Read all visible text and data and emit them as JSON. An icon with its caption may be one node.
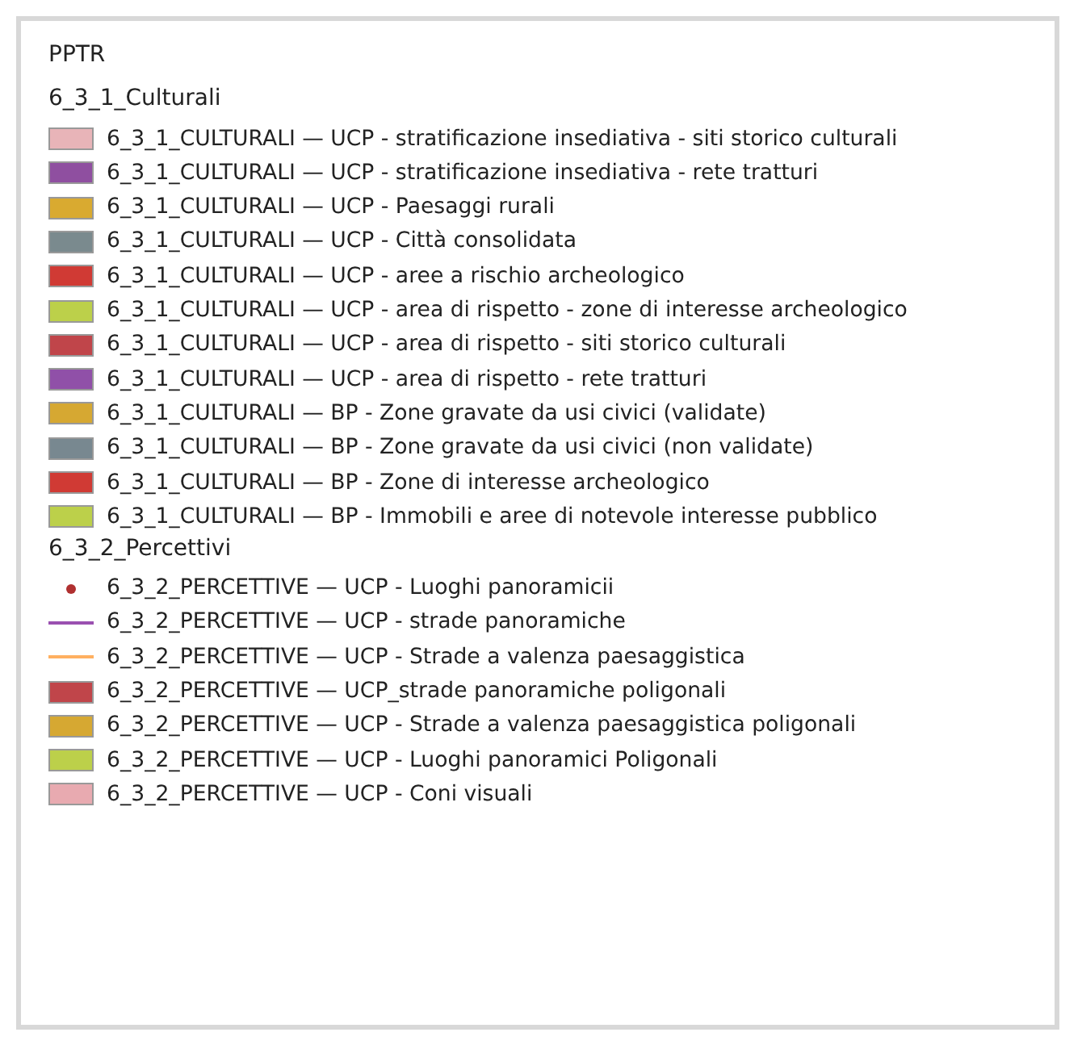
{
  "diagram": {
    "title": "PPTR",
    "labels": [
      "6_3_1_Culturali",
      "6_3_2_Percettivi"
    ],
    "legend": [
      {
        "text": "6_3_1_CULTURALI — UCP - stratificazione insediativa - siti storico culturali",
        "color": "#e8b4b8"
      },
      {
        "text": "6_3_1_CULTURALI — UCP - stratificazione insediativa - rete tratturi",
        "color": "#8f4fa0"
      },
      {
        "text": "6_3_1_CULTURALI — UCP - Paesaggi rurali",
        "color": "#d9aa30"
      },
      {
        "text": "6_3_1_CULTURALI — UCP - Città consolidata",
        "color": "#7a8a8e"
      },
      {
        "text": "6_3_1_CULTURALI — UCP - aree a rischio archeologico",
        "color": "#d03a34"
      },
      {
        "text": "6_3_1_CULTURALI — UCP - area di rispetto - zone di interesse archeologico",
        "color": "#bcd04a"
      },
      {
        "text": "6_3_1_CULTURALI — UCP - area di rispetto - siti storico culturali",
        "color": "#c0454a"
      },
      {
        "text": "6_3_1_CULTURALI — UCP - area di rispetto - rete tratturi",
        "color": "#9050a8"
      },
      {
        "text": "6_3_1_CULTURALI — BP - Zone gravate da usi civici (validate)",
        "color": "#d6a832"
      },
      {
        "text": "6_3_1_CULTURALI — BP - Zone gravate da usi civici (non validate)",
        "color": "#788890"
      },
      {
        "text": "6_3_1_CULTURALI — BP - Zone di interesse archeologico",
        "color": "#d03a34"
      },
      {
        "text": "6_3_1_CULTURALI — BP - Immobili e aree di notevole interesse pubblico",
        "color": "#bcd04a"
      },
      {
        "text": "6_3_2_PERCETTIVE — UCP - Luoghi panoramicii"
      },
      {
        "text": "6_3_2_PERCETTIVE — UCP - strade panoramiche"
      },
      {
        "text": "6_3_2_PERCETTIVE — UCP - Strade a valenza paesaggistica"
      },
      {
        "text": "6_3_2_PERCETTIVE — UCP_strade panoramiche poligonali",
        "color": "#c0454a"
      },
      {
        "text": "6_3_2_PERCETTIVE — UCP - Strade a valenza paesaggistica poligonali",
        "color": "#d6a832"
      },
      {
        "text": "6_3_2_PERCETTIVE — UCP - Luoghi panoramici Poligonali",
        "color": "#bcd04a"
      },
      {
        "text": "6_3_2_PERCETTIVE — UCP - Coni visuali",
        "color": "#e8aab0"
      }
    ]
  }
}
